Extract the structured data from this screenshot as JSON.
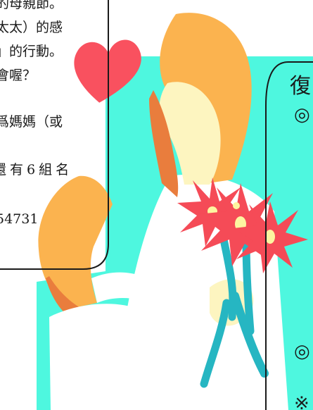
{
  "left_card": {
    "lines": [
      "的母親節。",
      "太太）的感",
      "」的行動。",
      "會喔？",
      "爲媽媽（或",
      "還有6組名",
      "54731"
    ]
  },
  "right_card": {
    "title": "復",
    "markers": [
      "◎",
      "◎",
      "※"
    ]
  },
  "colors": {
    "background": "#ffffff",
    "turquoise": "#4ef7df",
    "hair": "#fbb34f",
    "skin": "#fdf5c0",
    "skin_shadow": "#e97d3d",
    "heart": "#f9515f",
    "flower": "#f54b57",
    "flower_center": "#fdf5a0",
    "stem": "#26b6c2",
    "outline": "#1a1a1a"
  },
  "icons": {
    "heart": "heart-icon",
    "bouquet": "flower-bouquet-icon"
  }
}
